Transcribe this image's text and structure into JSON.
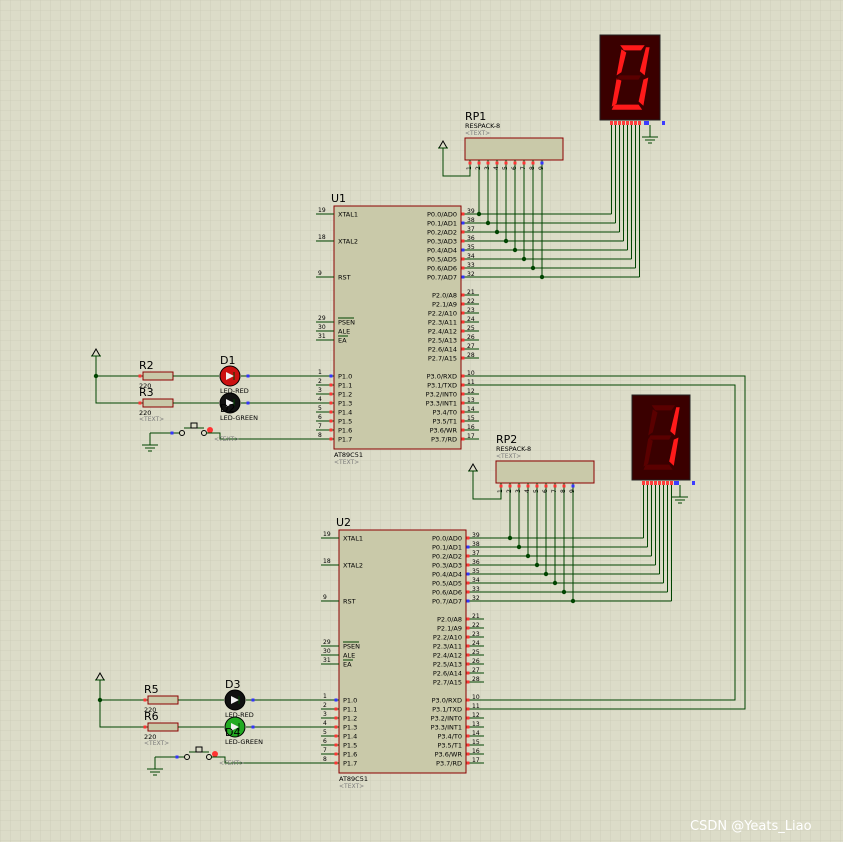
{
  "watermark": "CSDN @Yeats_Liao",
  "text_placeholder": "<TEXT>",
  "mcu": {
    "part": "AT89C51",
    "left_pins": [
      {
        "num": "19",
        "label": "XTAL1"
      },
      {
        "num": "18",
        "label": "XTAL2"
      },
      {
        "num": "9",
        "label": "RST"
      },
      {
        "num": "29",
        "label": "PSEN"
      },
      {
        "num": "30",
        "label": "ALE"
      },
      {
        "num": "31",
        "label": "EA"
      },
      {
        "num": "1",
        "label": "P1.0"
      },
      {
        "num": "2",
        "label": "P1.1"
      },
      {
        "num": "3",
        "label": "P1.2"
      },
      {
        "num": "4",
        "label": "P1.3"
      },
      {
        "num": "5",
        "label": "P1.4"
      },
      {
        "num": "6",
        "label": "P1.5"
      },
      {
        "num": "7",
        "label": "P1.6"
      },
      {
        "num": "8",
        "label": "P1.7"
      }
    ],
    "right_pins": [
      {
        "num": "39",
        "label": "P0.0/AD0"
      },
      {
        "num": "38",
        "label": "P0.1/AD1"
      },
      {
        "num": "37",
        "label": "P0.2/AD2"
      },
      {
        "num": "36",
        "label": "P0.3/AD3"
      },
      {
        "num": "35",
        "label": "P0.4/AD4"
      },
      {
        "num": "34",
        "label": "P0.5/AD5"
      },
      {
        "num": "33",
        "label": "P0.6/AD6"
      },
      {
        "num": "32",
        "label": "P0.7/AD7"
      },
      {
        "num": "21",
        "label": "P2.0/A8"
      },
      {
        "num": "22",
        "label": "P2.1/A9"
      },
      {
        "num": "23",
        "label": "P2.2/A10"
      },
      {
        "num": "24",
        "label": "P2.3/A11"
      },
      {
        "num": "25",
        "label": "P2.4/A12"
      },
      {
        "num": "26",
        "label": "P2.5/A13"
      },
      {
        "num": "27",
        "label": "P2.6/A14"
      },
      {
        "num": "28",
        "label": "P2.7/A15"
      },
      {
        "num": "10",
        "label": "P3.0/RXD"
      },
      {
        "num": "11",
        "label": "P3.1/TXD"
      },
      {
        "num": "12",
        "label": "P3.2/INT0"
      },
      {
        "num": "13",
        "label": "P3.3/INT1"
      },
      {
        "num": "14",
        "label": "P3.4/T0"
      },
      {
        "num": "15",
        "label": "P3.5/T1"
      },
      {
        "num": "16",
        "label": "P3.6/WR"
      },
      {
        "num": "17",
        "label": "P3.7/RD"
      }
    ]
  },
  "blocks": [
    {
      "mcu_ref": "U1",
      "respack_ref": "RP1",
      "respack_part": "RESPACK-8",
      "respack_pins": [
        "1",
        "2",
        "3",
        "4",
        "5",
        "6",
        "7",
        "8",
        "9"
      ],
      "display_digit": "0",
      "res_top": {
        "ref": "R2",
        "value": "220"
      },
      "res_bot": {
        "ref": "R3",
        "value": "220"
      },
      "led_top": {
        "ref": "D1",
        "part": "LED-RED",
        "color": "#cc1111"
      },
      "led_bot": {
        "ref": "D2",
        "part": "LED-GREEN",
        "color": "#111111"
      }
    },
    {
      "mcu_ref": "U2",
      "respack_ref": "RP2",
      "respack_part": "RESPACK-8",
      "respack_pins": [
        "1",
        "2",
        "3",
        "4",
        "5",
        "6",
        "7",
        "8",
        "9"
      ],
      "display_digit": "1",
      "res_top": {
        "ref": "R5",
        "value": "220"
      },
      "res_bot": {
        "ref": "R6",
        "value": "220"
      },
      "led_top": {
        "ref": "D3",
        "part": "LED-RED",
        "color": "#111111"
      },
      "led_bot": {
        "ref": "D4",
        "part": "LED-GREEN",
        "color": "#22aa22"
      }
    }
  ],
  "colors": {
    "background": "#dcdcc8",
    "grid": "#c8c8b4",
    "component_fill": "#c9c9a9",
    "component_stroke": "#8b0000",
    "wire": "#004400",
    "segment_on": "#ff1a1a",
    "segment_off": "#5a0000",
    "display_body": "#3a0000"
  }
}
